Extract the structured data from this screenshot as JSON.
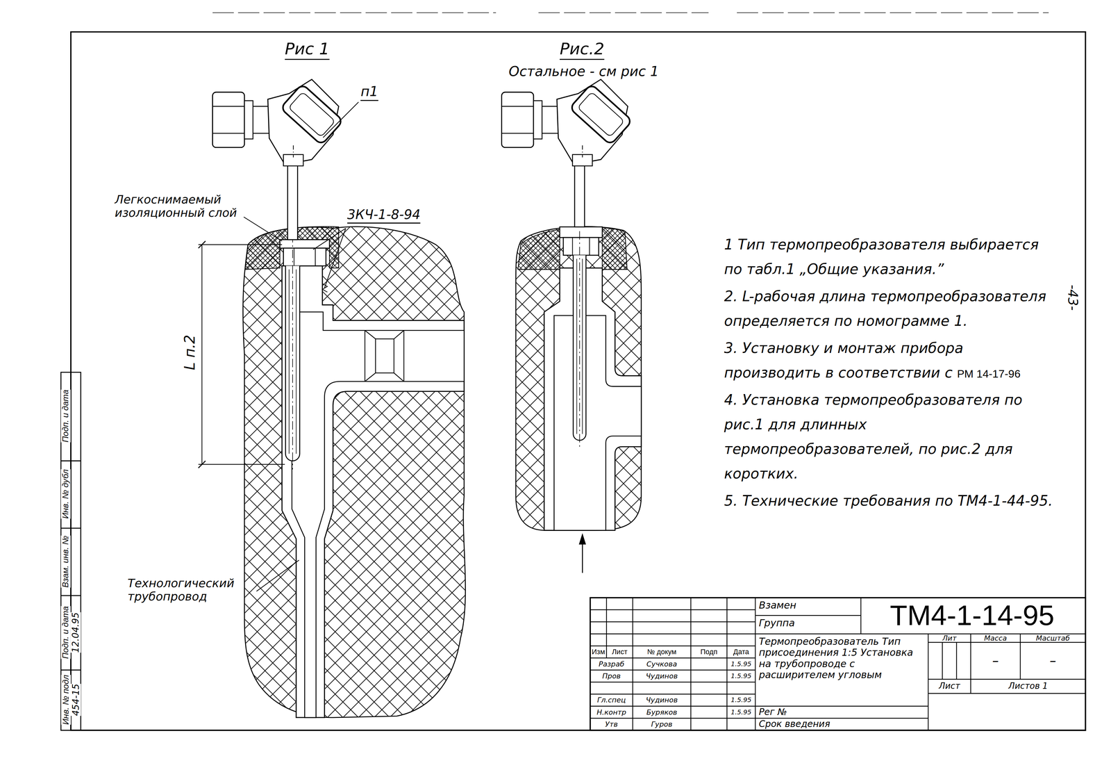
{
  "diagram": {
    "labels": [
      "Рис 1",
      "Рис.2",
      "Остальное - см рис 1",
      "п1",
      "Легкоснимаемый изоляционный слой",
      "3КЧ-1-8-94",
      "L п.2",
      "Технологический трубопровод",
      "1 Тип термопреобразователя выбирается по табл.1 „Общие указания.”",
      "2. L-рабочая длина термопреобразователя определяется по номограмме 1.",
      "3. Установку и монтаж прибора производить в соответствии с",
      "РМ 14-17-96",
      "4. Установка термопреобразователя по рис.1 для длинных термопреобразователей, по рис.2 для коротких.",
      "5. Технические требования по ТМ4-1-44-95.",
      "-43-",
      "Подп. и дата",
      "Инв. № дубл",
      "Взам. инв. №",
      "Подп. и дата",
      "Инв. № подл",
      "12.04.95",
      "454-15",
      "Взамен",
      "Группа",
      "ТМ4-1-14-95",
      "Термопреобразователь Тип присоединения 1:5 Установка на трубопроводе с расширителем угловым",
      "Лит",
      "Масса",
      "Масштаб",
      "–",
      "–",
      "Лист",
      "Листов 1",
      "Рег №",
      "Срок введения",
      "Изм",
      "Лист",
      "№ докум",
      "Подп",
      "Дата",
      "Разраб",
      "Сучкова",
      "1.5.95",
      "Пров",
      "Чудинов",
      "1.5.95",
      "Гл.спец",
      "Чудинов",
      "1.5.95",
      "Н.контр",
      "Буряков",
      "1.5.95",
      "Утв",
      "Гуров"
    ]
  }
}
